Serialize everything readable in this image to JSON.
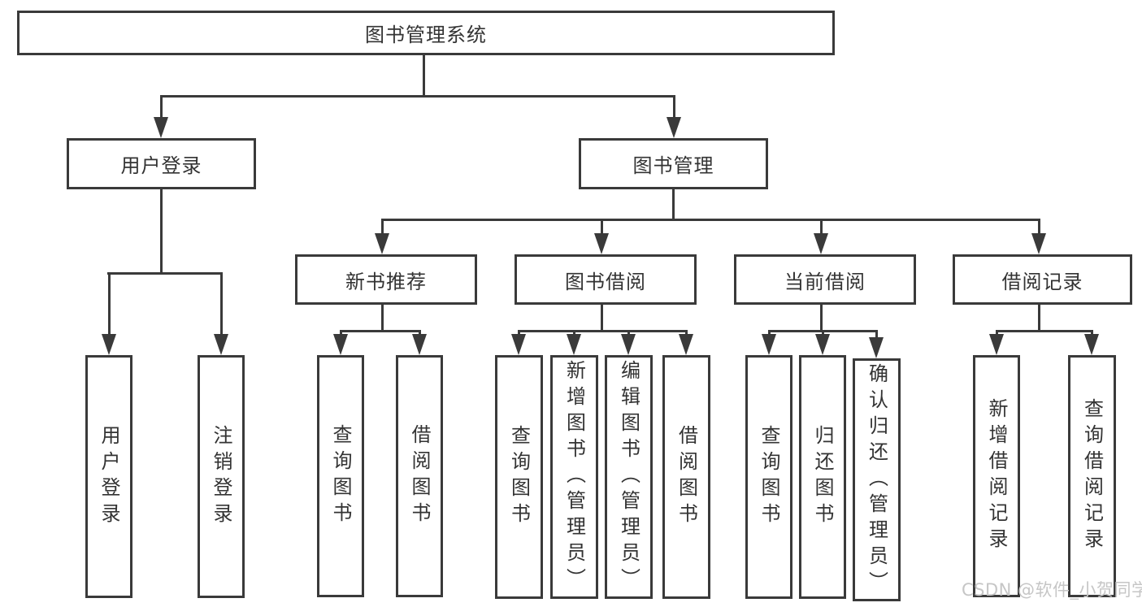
{
  "diagram": {
    "root": {
      "label": "图书管理系统"
    },
    "user_login": {
      "label": "用户登录",
      "children": [
        {
          "label": "用户登录"
        },
        {
          "label": "注销登录"
        }
      ]
    },
    "book_management": {
      "label": "图书管理",
      "sections": [
        {
          "label": "新书推荐",
          "children": [
            {
              "label": "查询图书"
            },
            {
              "label": "借阅图书"
            }
          ]
        },
        {
          "label": "图书借阅",
          "children": [
            {
              "label": "查询图书"
            },
            {
              "label": "新增图书（管理员）"
            },
            {
              "label": "编辑图书（管理员）"
            },
            {
              "label": "借阅图书"
            }
          ]
        },
        {
          "label": "当前借阅",
          "children": [
            {
              "label": "查询图书"
            },
            {
              "label": "归还图书"
            },
            {
              "label": "确认归还（管理员）"
            }
          ]
        },
        {
          "label": "借阅记录",
          "children": [
            {
              "label": "新增借阅记录"
            },
            {
              "label": "查询借阅记录"
            }
          ]
        }
      ]
    }
  },
  "watermark": {
    "text": "CSDN @软件_小贺同学"
  },
  "colors": {
    "line": "#3a3a3a",
    "text": "#333333",
    "watermark": "#c6c6c6",
    "background": "#ffffff"
  }
}
